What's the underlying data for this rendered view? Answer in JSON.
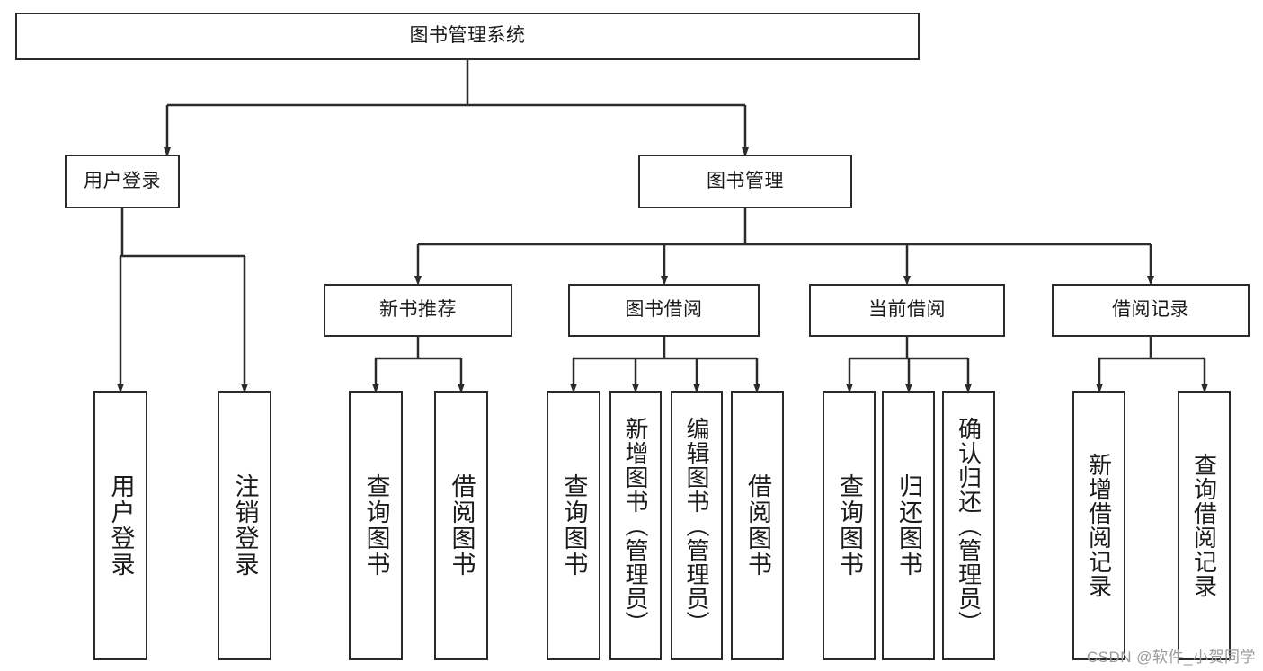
{
  "diagram": {
    "type": "tree-hierarchy-chart",
    "title": "图书管理系统",
    "stroke_color": "#2b2b2b",
    "background_color": "#ffffff",
    "text_color": "#1b1b1b",
    "levels": [
      {
        "level": 1,
        "nodes": [
          {
            "id": "root",
            "label": "图书管理系统",
            "orientation": "horizontal"
          }
        ]
      },
      {
        "level": 2,
        "nodes": [
          {
            "id": "user-login",
            "label": "用户登录",
            "orientation": "horizontal"
          },
          {
            "id": "book-manage",
            "label": "图书管理",
            "orientation": "horizontal"
          }
        ]
      },
      {
        "level": 3,
        "nodes": [
          {
            "id": "new-book-rec",
            "label": "新书推荐",
            "orientation": "horizontal"
          },
          {
            "id": "book-borrow",
            "label": "图书借阅",
            "orientation": "horizontal"
          },
          {
            "id": "current-borrow",
            "label": "当前借阅",
            "orientation": "horizontal"
          },
          {
            "id": "borrow-record",
            "label": "借阅记录",
            "orientation": "horizontal"
          }
        ]
      },
      {
        "level": 4,
        "nodes": [
          {
            "id": "leaf-user-login",
            "label": "用户登录",
            "orientation": "vertical",
            "parent": "user-login"
          },
          {
            "id": "leaf-logout-login",
            "label": "注销登录",
            "orientation": "vertical",
            "parent": "user-login"
          },
          {
            "id": "leaf-query-book-1",
            "label": "查询图书",
            "orientation": "vertical",
            "parent": "new-book-rec"
          },
          {
            "id": "leaf-borrow-book-1",
            "label": "借阅图书",
            "orientation": "vertical",
            "parent": "new-book-rec"
          },
          {
            "id": "leaf-query-book-2",
            "label": "查询图书",
            "orientation": "vertical",
            "parent": "book-borrow"
          },
          {
            "id": "leaf-add-book-admin",
            "label": "新增图书（管理员）",
            "orientation": "vertical",
            "parent": "book-borrow"
          },
          {
            "id": "leaf-edit-book-admin",
            "label": "编辑图书（管理员）",
            "orientation": "vertical",
            "parent": "book-borrow"
          },
          {
            "id": "leaf-borrow-book-2",
            "label": "借阅图书",
            "orientation": "vertical",
            "parent": "book-borrow"
          },
          {
            "id": "leaf-query-book-3",
            "label": "查询图书",
            "orientation": "vertical",
            "parent": "current-borrow"
          },
          {
            "id": "leaf-return-book",
            "label": "归还图书",
            "orientation": "vertical",
            "parent": "current-borrow"
          },
          {
            "id": "leaf-confirm-return-admin",
            "label": "确认归还（管理员）",
            "orientation": "vertical",
            "parent": "current-borrow"
          },
          {
            "id": "leaf-add-borrow-record",
            "label": "新增借阅记录",
            "orientation": "vertical",
            "parent": "borrow-record"
          },
          {
            "id": "leaf-query-borrow-record",
            "label": "查询借阅记录",
            "orientation": "vertical",
            "parent": "borrow-record"
          }
        ]
      }
    ]
  },
  "watermark": {
    "text": "CSDN @软件_小贺同学"
  }
}
